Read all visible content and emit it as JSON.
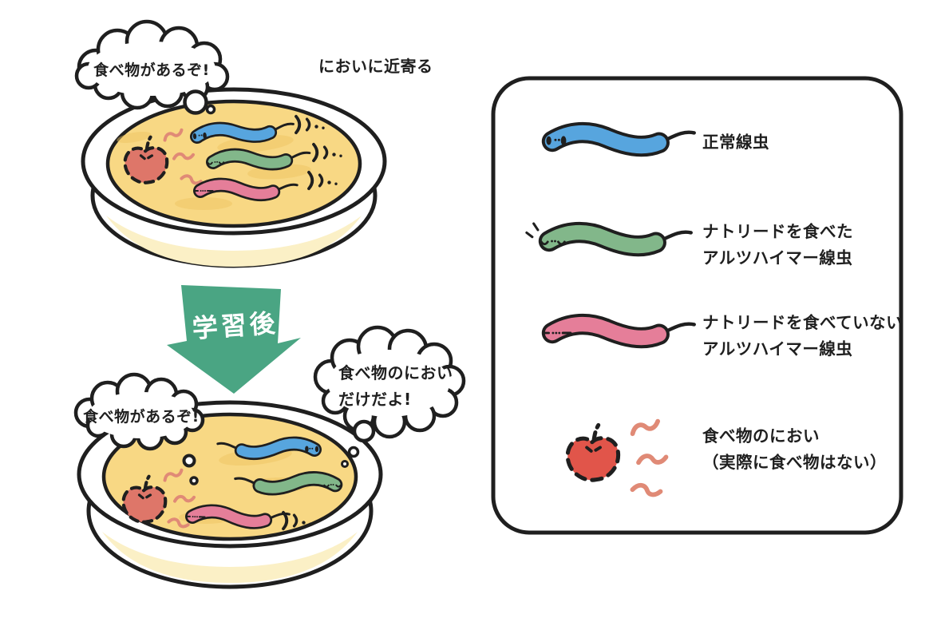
{
  "figure": {
    "before_scene": {
      "thought_bubble": "食べ物があるぞ!",
      "caption": "においに近寄る"
    },
    "transition": {
      "arrow_label": "学習後"
    },
    "after_scene": {
      "left_thought_bubble": "食べ物があるぞ!",
      "right_thought_bubble": [
        "食べ物のにおい",
        "だけだよ!"
      ]
    },
    "legend": {
      "items": [
        {
          "icon": "normal-worm-icon",
          "color": "#57a5de",
          "lines": [
            "正常線虫",
            ""
          ]
        },
        {
          "icon": "fed-alzheimer-worm-icon",
          "color": "#82b78a",
          "lines": [
            "ナトリードを食べた",
            "アルツハイマー線虫"
          ]
        },
        {
          "icon": "unfed-alzheimer-worm-icon",
          "color": "#e57e99",
          "lines": [
            "ナトリードを食べていない",
            "アルツハイマー線虫"
          ]
        },
        {
          "icon": "food-smell-icon",
          "color": "#e1554a",
          "lines": [
            "食べ物のにおい",
            "（実際に食べ物はない）"
          ]
        }
      ]
    },
    "colors": {
      "normal_worm": "#57a5de",
      "fed_worm": "#82b78a",
      "unfed_worm": "#e57e99",
      "apple_red": "#e1554a",
      "apple_salmon": "#de7669",
      "smell_wave": "#e08a76",
      "agar": "#f8d884",
      "arrow_green": "#4aa583"
    }
  }
}
